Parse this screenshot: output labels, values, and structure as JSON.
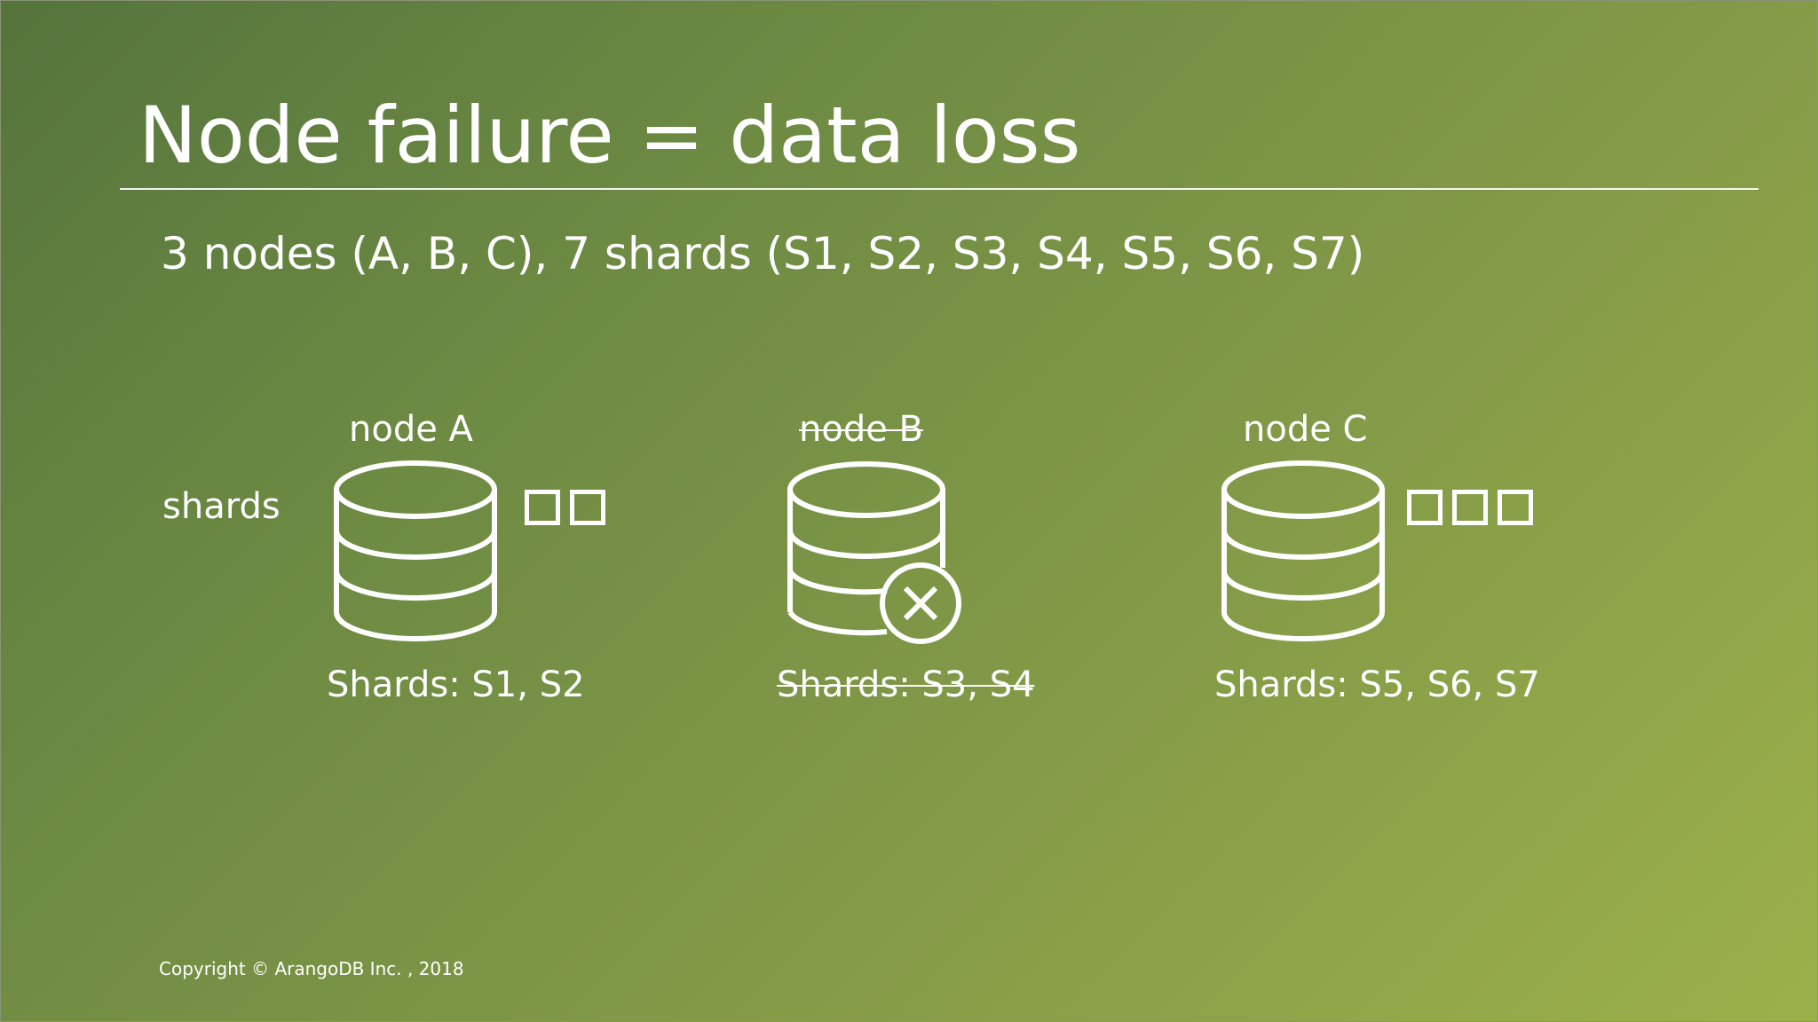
{
  "slide": {
    "title": "Node failure = data loss",
    "subtitle": "3 nodes (A, B, C), 7 shards (S1, S2, S3, S4, S5, S6, S7)",
    "shards_label": "shards",
    "copyright": "Copyright © ArangoDB Inc. , 2018"
  },
  "nodes": [
    {
      "name": "node A",
      "shards": "Shards: S1, S2",
      "shard_count": 2,
      "failed": false,
      "icon": "database-icon"
    },
    {
      "name": "node B",
      "shards": "Shards: S3, S4",
      "shard_count": 0,
      "failed": true,
      "icon": "database-failed-icon"
    },
    {
      "name": "node C",
      "shards": "Shards: S5, S6, S7",
      "shard_count": 3,
      "failed": false,
      "icon": "database-icon"
    }
  ],
  "colors": {
    "background_start": "#55743c",
    "background_end": "#9cb04a",
    "foreground": "#ffffff"
  }
}
